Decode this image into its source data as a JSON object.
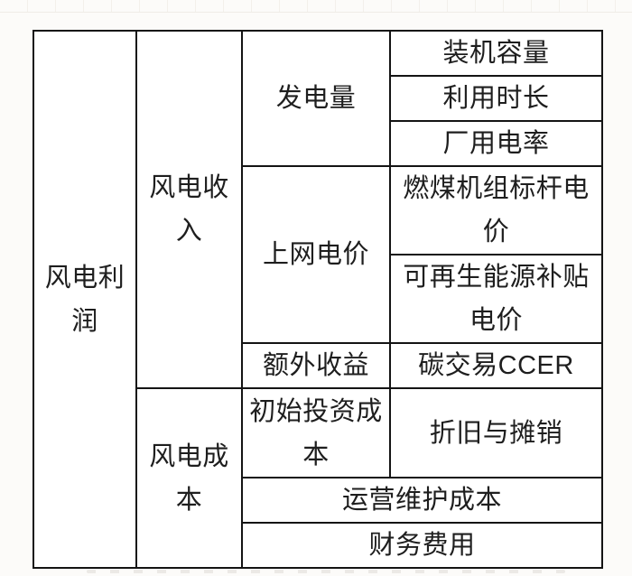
{
  "colors": {
    "border": "#141414",
    "text": "#1e1e1e",
    "cell_background": "#ffffff",
    "page_background": "#fcfbf9",
    "faint_grid_line": "#f3f0eb"
  },
  "diagram": {
    "root": {
      "label": "风电利\n润"
    },
    "revenue": {
      "label": "风电收\n入",
      "generation": {
        "label": "发电量",
        "items": [
          {
            "label": "装机容量"
          },
          {
            "label": "利用时长"
          },
          {
            "label": "厂用电率"
          }
        ]
      },
      "grid_price": {
        "label": "上网电价",
        "items": [
          {
            "label": "燃煤机组标杆电\n价"
          },
          {
            "label": "可再生能源补贴\n电价"
          }
        ]
      },
      "extra_income": {
        "label": "额外收益",
        "items": [
          {
            "label": "碳交易CCER"
          }
        ]
      }
    },
    "cost": {
      "label": "风电成\n本",
      "initial_investment": {
        "label": "初始投资成\n本",
        "items": [
          {
            "label": "折旧与摊销"
          }
        ]
      },
      "operation_maintenance": {
        "label": "运营维护成本"
      },
      "finance_expense": {
        "label": "财务费用"
      }
    }
  }
}
